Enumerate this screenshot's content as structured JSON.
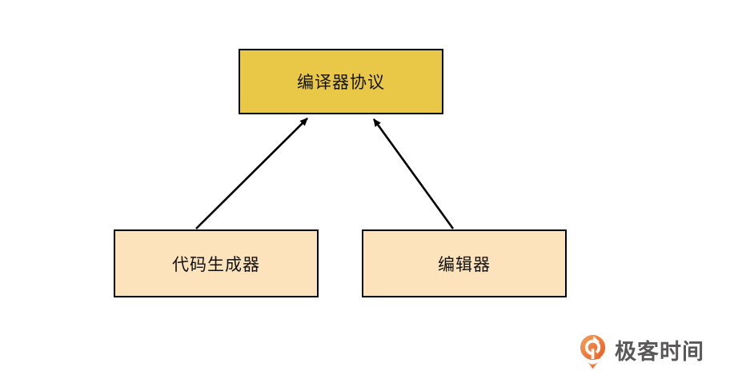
{
  "diagram": {
    "type": "block-diagram",
    "background": "#ffffff",
    "nodes": [
      {
        "id": "compiler-protocol",
        "label": "编译器协议",
        "fill": "#E8C846",
        "border_color": "#000000",
        "text_color": "#111111",
        "position": "top-center"
      },
      {
        "id": "code-generator",
        "label": "代码生成器",
        "fill": "#FCE3BB",
        "border_color": "#000000",
        "text_color": "#111111",
        "position": "bottom-left"
      },
      {
        "id": "editor",
        "label": "编辑器",
        "fill": "#FCE3BB",
        "border_color": "#000000",
        "text_color": "#111111",
        "position": "bottom-right"
      }
    ],
    "edges": [
      {
        "from": "code-generator",
        "to": "compiler-protocol",
        "style": "solid",
        "arrowhead": "filled-triangle",
        "color": "#000000"
      },
      {
        "from": "editor",
        "to": "compiler-protocol",
        "style": "solid",
        "arrowhead": "filled-triangle",
        "color": "#000000"
      }
    ]
  },
  "branding": {
    "logo_text": "极客时间",
    "logo_text_color": "#595757",
    "logo_icon": "geektime-orange-q-pin",
    "logo_orange_light": "#F6A35C",
    "logo_orange_dark": "#E8571D"
  }
}
